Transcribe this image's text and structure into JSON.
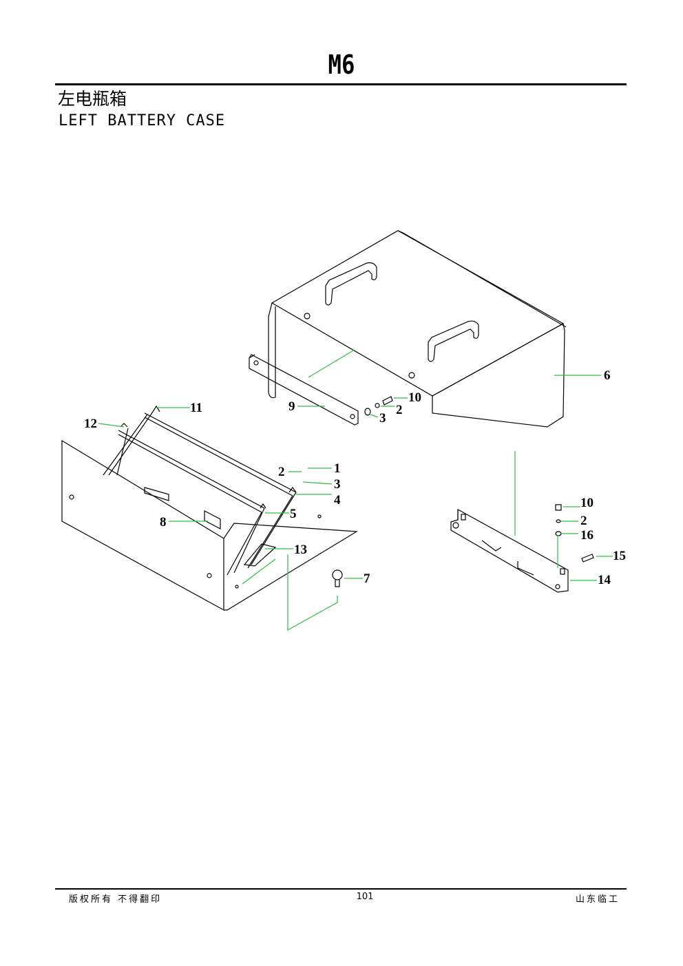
{
  "header": {
    "section_code": "M6",
    "title_cn": "左电瓶箱",
    "title_en": "LEFT BATTERY CASE"
  },
  "diagram": {
    "callouts": [
      "11",
      "12",
      "2",
      "1",
      "3",
      "4",
      "5",
      "8",
      "13",
      "7",
      "9",
      "10",
      "2",
      "3",
      "6",
      "10",
      "2",
      "16",
      "15",
      "14"
    ]
  },
  "colors": {
    "leader": "#2fbf3f",
    "line": "#000000"
  },
  "footer": {
    "left": "版权所有  不得翻印",
    "page_number": "101",
    "right": "山东临工"
  }
}
